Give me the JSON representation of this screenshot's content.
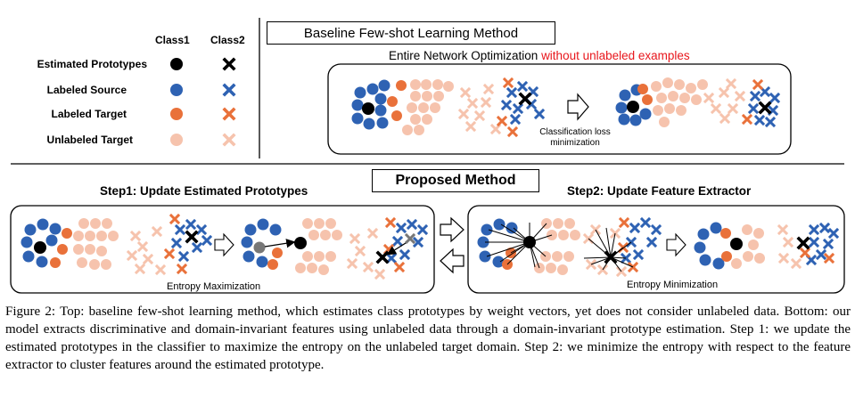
{
  "legend": {
    "class1": "Class1",
    "class2": "Class2",
    "rows": [
      {
        "label": "Estimated Prototypes",
        "color": "#000000"
      },
      {
        "label": "Labeled Source",
        "color": "#2e62b3"
      },
      {
        "label": "Labeled Target",
        "color": "#e9713a"
      },
      {
        "label": "Unlabeled Target",
        "color": "#f6c3ad"
      }
    ]
  },
  "baseline": {
    "title": "Baseline Few-shot Learning Method",
    "subtitle_main": "Entire Network Optimization ",
    "subtitle_red": "without unlabeled examples",
    "red_color": "#e8161c",
    "loss_label_line1": "Classification loss",
    "loss_label_line2": "minimization"
  },
  "proposed": {
    "title": "Proposed Method",
    "step1_title": "Step1: Update Estimated Prototypes",
    "step2_title": "Step2: Update Feature Extractor",
    "step1_label": "Entropy Maximization",
    "step2_label": "Entropy Minimization"
  },
  "caption": "Figure 2: Top: baseline few-shot learning method, which estimates class prototypes by weight vectors, yet does not consider unlabeled data. Bottom: our model extracts discriminative and domain-invariant features using unlabeled data through a domain-invariant prototype estimation. Step 1: we update the estimated prototypes in the classifier to maximize the entropy on the unlabeled target domain. Step 2: we minimize the entropy with respect to the feature extractor to cluster features around the estimated prototype."
}
